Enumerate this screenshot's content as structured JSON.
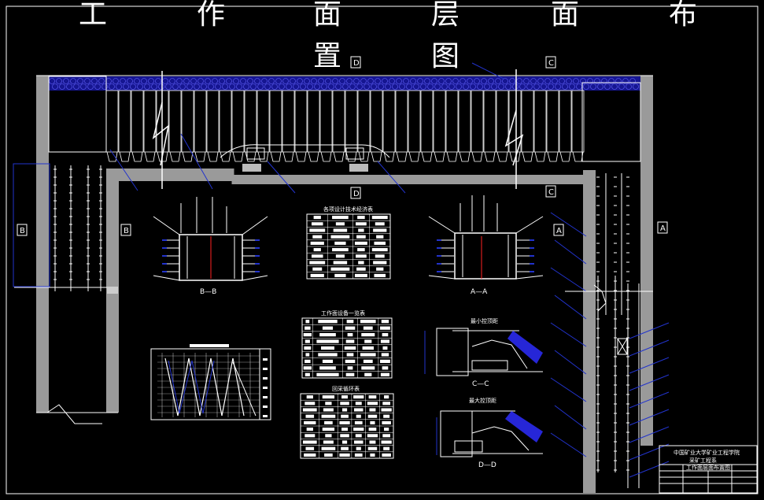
{
  "title": {
    "line1": [
      "工",
      "作",
      "面",
      "层",
      "面",
      "布"
    ],
    "line2": [
      "置",
      "图"
    ]
  },
  "section_marks": {
    "top_d": "D",
    "top_c": "C",
    "mid_d": "D",
    "mid_c": "C",
    "left_b1": "B",
    "left_b2": "B",
    "right_a1": "A",
    "right_a2": "A"
  },
  "section_labels": {
    "bb": "B—B",
    "aa": "A—A",
    "cc": "C—C",
    "dd": "D—D"
  },
  "tables": {
    "t1_title": "各项设计技术经济表",
    "t2_title": "工作面设备一览表",
    "t3_title": "回采循环表"
  },
  "drawing_titles": {
    "c_view": "最小控顶距",
    "d_view": "最大控顶距"
  },
  "title_block": {
    "org": "中国矿业大学矿业工程学院",
    "dept": "采矿工程系",
    "drawing": "工作面层面布置图"
  },
  "colors": {
    "line": "#ffffff",
    "blue": "#2222dd",
    "red": "#ff2222",
    "wall": "#9a9a9a"
  }
}
